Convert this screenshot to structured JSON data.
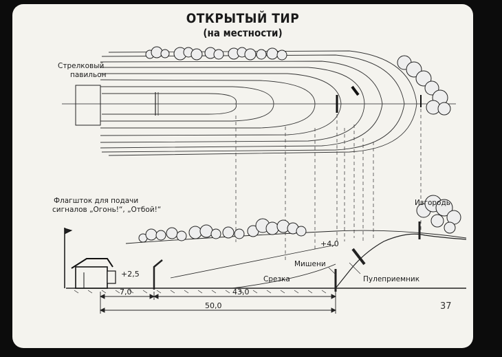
{
  "title": {
    "line1": "ОТКРЫТЫЙ ТИР",
    "line2": "(на местности)"
  },
  "labels": {
    "pavilion_line1": "Стрелковый",
    "pavilion_line2": "павильон",
    "flag_line1": "Флагшток для подачи",
    "flag_line2": "сигналов „Огонь!“, „Отбой!“",
    "fence": "Изгородь",
    "targets": "Мишени",
    "cut": "Срезка",
    "backstop": "Пулеприемник"
  },
  "elevations": {
    "shooter": "+2,5",
    "targets": "+4,0"
  },
  "dimensions": {
    "d1": "7,0",
    "d2": "43,0",
    "total": "50,0"
  },
  "page_number": "37"
}
